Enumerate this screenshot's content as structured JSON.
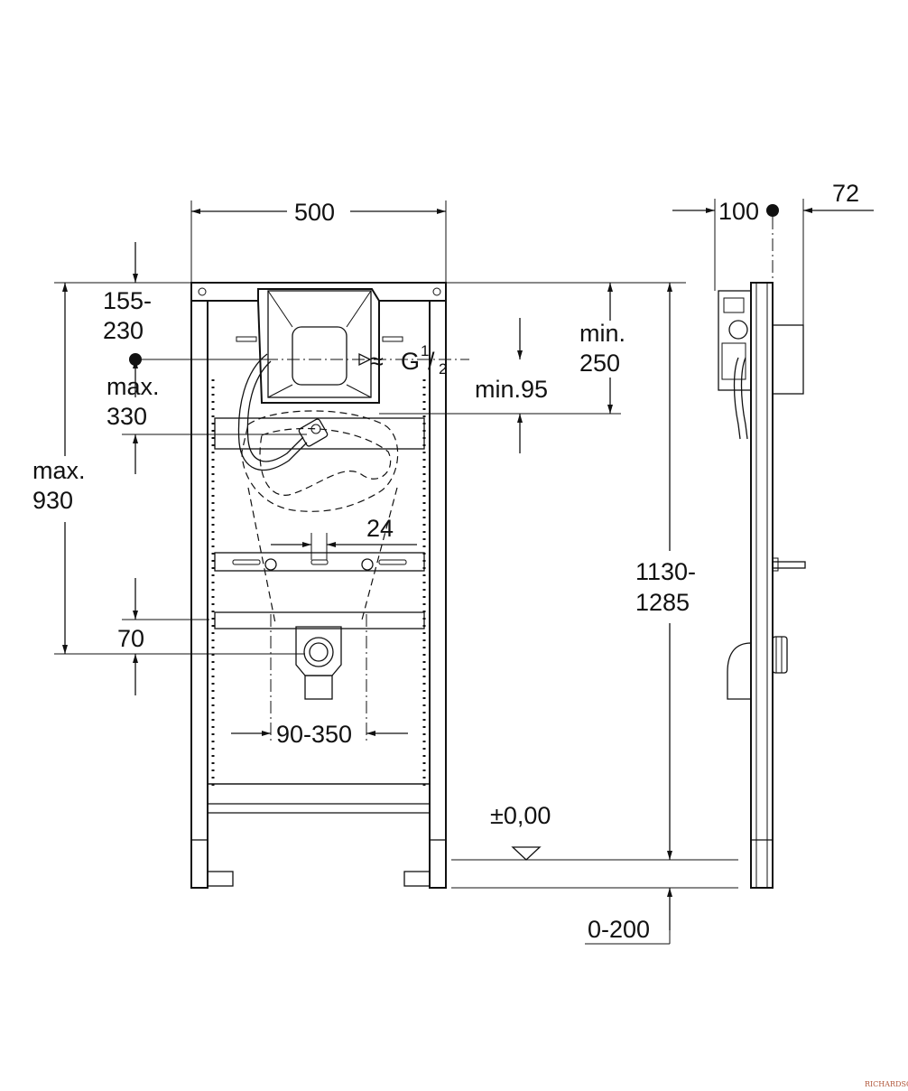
{
  "labels": {
    "width": "500",
    "depth_100": "100",
    "depth_72": "72",
    "top_offset_1": "155-",
    "top_offset_2": "230",
    "max_330_1": "max.",
    "max_330_2": "330",
    "max_930_1": "max.",
    "max_930_2": "930",
    "connection_g": "G",
    "connection_num": "1",
    "connection_den": "2",
    "approx": "≈",
    "min_250_1": "min.",
    "min_250_2": "250",
    "min_95": "min.95",
    "dim_24": "24",
    "dim_70": "70",
    "dim_90_350": "90-350",
    "height_1": "1130-",
    "height_2": "1285",
    "zero_level": "±0,00",
    "dim_0_200": "0-200"
  },
  "watermark": "RICHARDSON",
  "colors": {
    "line": "#111111",
    "background": "#ffffff",
    "watermark": "#b0563a"
  }
}
